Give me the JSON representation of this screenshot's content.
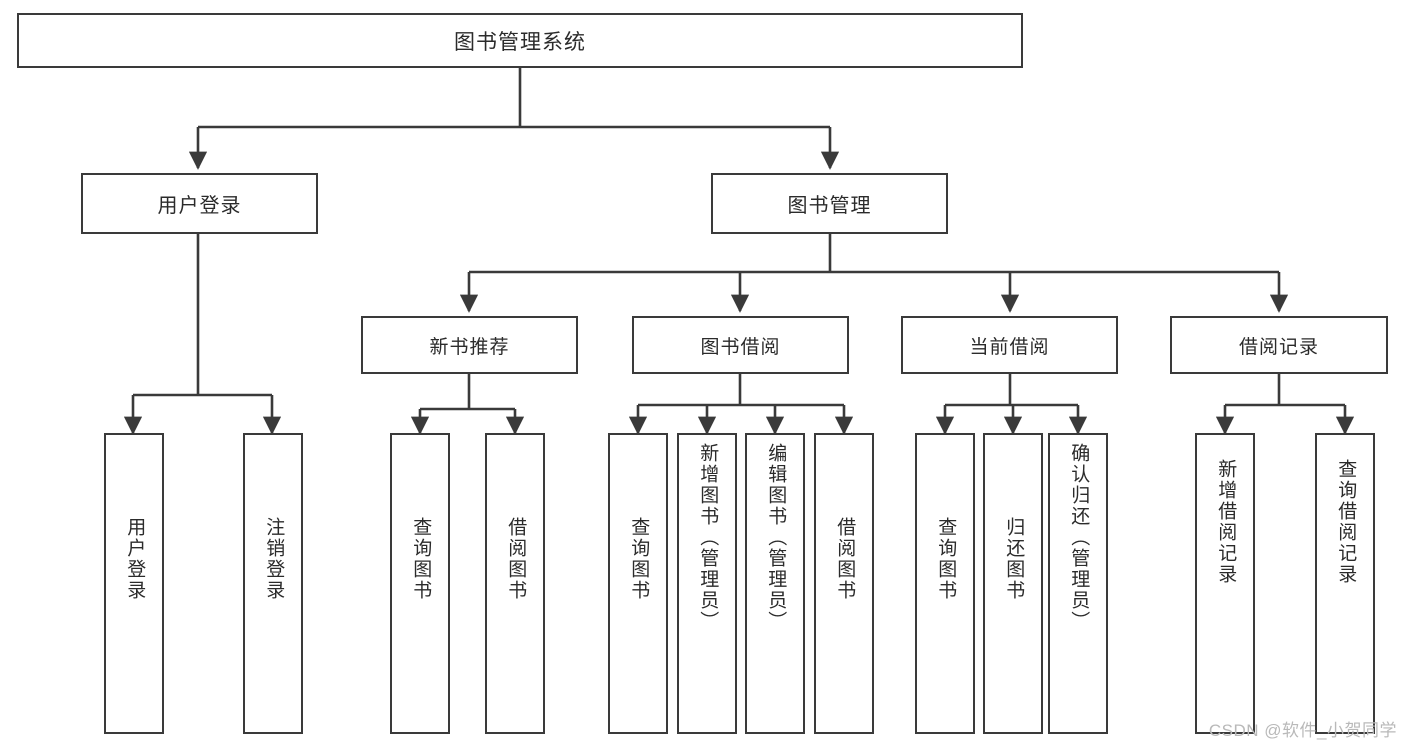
{
  "diagram": {
    "type": "tree",
    "title": "图书管理系统",
    "orientation": "top-down",
    "edge_color": "#3a3a3a",
    "node_border_color": "#3a3a3a",
    "node_fill_color": "#ffffff",
    "text_color": "#2b2b2b"
  },
  "root": {
    "label": "图书管理系统"
  },
  "level2": [
    {
      "label": "用户登录"
    },
    {
      "label": "图书管理"
    }
  ],
  "level3": [
    {
      "label": "新书推荐"
    },
    {
      "label": "图书借阅"
    },
    {
      "label": "当前借阅"
    },
    {
      "label": "借阅记录"
    }
  ],
  "leaves": {
    "user_login": [
      {
        "label": "用户登录"
      },
      {
        "label": "注销登录"
      }
    ],
    "new_book_recommend": [
      {
        "label": "查询图书"
      },
      {
        "label": "借阅图书"
      }
    ],
    "book_borrow": [
      {
        "label": "查询图书"
      },
      {
        "label": "新增图书（管理员）"
      },
      {
        "label": "编辑图书（管理员）"
      },
      {
        "label": "借阅图书"
      }
    ],
    "current_borrow": [
      {
        "label": "查询图书"
      },
      {
        "label": "归还图书"
      },
      {
        "label": "确认归还（管理员）"
      }
    ],
    "borrow_record": [
      {
        "label": "新增借阅记录"
      },
      {
        "label": "查询借阅记录"
      }
    ]
  },
  "watermark": {
    "text": "CSDN @软件_小贺同学"
  }
}
